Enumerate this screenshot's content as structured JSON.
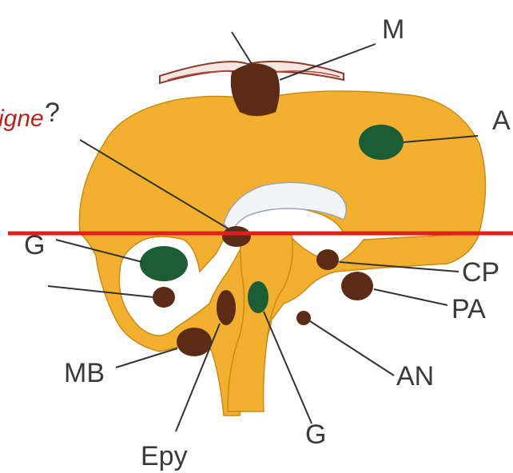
{
  "colors": {
    "tissue": "#f3b02f",
    "tissue_dark": "#c98b16",
    "dark_structure": "#5b2b16",
    "green_structure": "#1b5e36",
    "cut_line": "#e0201b",
    "cavity": "#f2f4f8",
    "text": "#3a3a3a",
    "red_text": "#b0251d"
  },
  "labels": {
    "M": "M",
    "A": "A",
    "question": "?",
    "G_left": "G",
    "CP": "CP",
    "PA": "PA",
    "MB": "MB",
    "AN": "AN",
    "G_bottom": "G",
    "Epy": "Epy",
    "partial_left": "igne"
  }
}
